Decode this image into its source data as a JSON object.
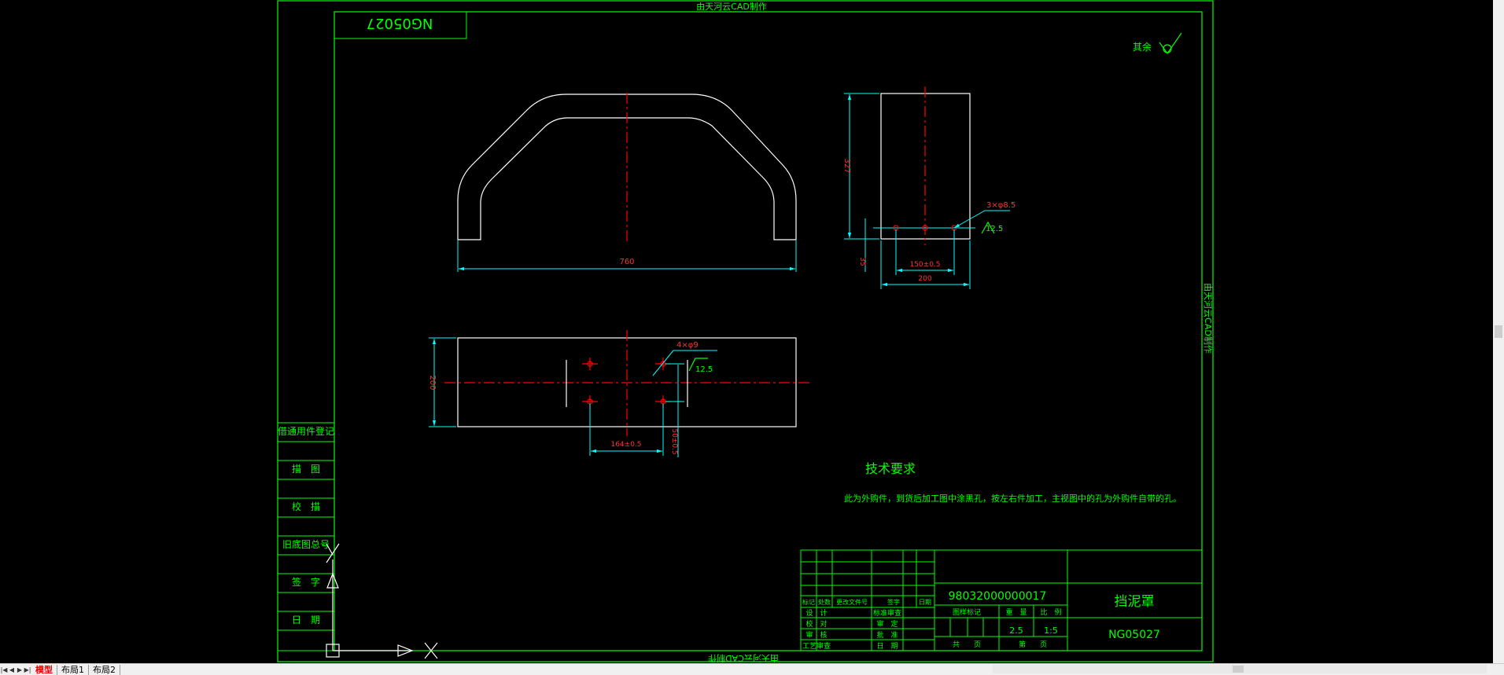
{
  "drawing": {
    "watermark": "由天河云CAD制作",
    "corner_code": "NG05027",
    "roughness_label": "其余",
    "front_view": {
      "dim_width": "760"
    },
    "side_view": {
      "dim_height": "327",
      "dim_hole_offset": "35",
      "dim_hole_spacing": "150±0.5",
      "dim_width": "200",
      "hole_callout": "3×φ8.5",
      "roughness": "12.5"
    },
    "plan_view": {
      "dim_height": "200",
      "dim_hole_spacing": "164±0.5",
      "dim_hole_vertical": "50±0.5",
      "hole_callout": "4×φ9",
      "roughness": "12.5"
    },
    "tech_title": "技术要求",
    "tech_note": "此为外购件，到货后加工图中涂黑孔，按左右件加工，主视图中的孔为外购件自带的孔。",
    "left_column": [
      "借通用件登记",
      "描　图",
      "校　描",
      "旧底图总号",
      "签　字",
      "日　期"
    ],
    "title_block": {
      "drawing_number": "98032000000017",
      "part_name": "挡泥罩",
      "part_code": "NG05027",
      "weight": "2.5",
      "scale": "1:5",
      "stage_label": "图样标记",
      "weight_label": "重　量",
      "scale_label": "比　例",
      "sheet_total": "共　　页",
      "sheet_no": "第　　页",
      "rev_labels": [
        "标记",
        "处数",
        "更改文件号",
        "签字",
        "日期"
      ],
      "sign_left": [
        "设　计",
        "校　对",
        "审　核",
        "工艺审查"
      ],
      "sign_right": [
        "标准审查",
        "审　定",
        "批　准",
        "日　期"
      ]
    }
  },
  "tabs": [
    "模型",
    "布局1",
    "布局2"
  ],
  "colors": {
    "background": "#000000",
    "frame": "#00ff00",
    "geometry": "#ffffff",
    "dimension": "#00ffff",
    "centerline": "#ff0000",
    "text": "#00ff00",
    "active_tab": "#ee0000"
  }
}
